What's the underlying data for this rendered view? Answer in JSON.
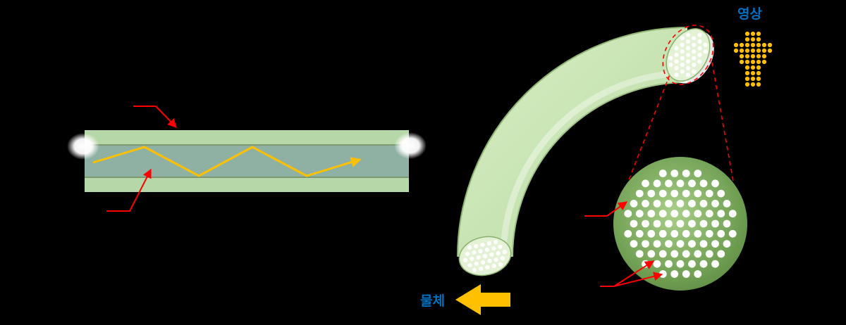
{
  "labels": {
    "image_label": "영상",
    "object_label": "물체"
  },
  "icons": {
    "image_figure": "person-dots-figure",
    "object_arrow": "left-block-arrow"
  },
  "figure": {
    "type": "person-dots",
    "rows": [
      "..ooo..",
      "..ooo..",
      "ooooooo",
      "ooooooo",
      ".ooooo.",
      ".ooooo.",
      "..ooo..",
      "..ooo..",
      "..ooo..",
      "..ooo.."
    ]
  },
  "colors": {
    "bg": "#000000",
    "cladding": "#b6d7a8",
    "core": "#8fb1a3",
    "ray_yellow": "#ffc000",
    "arrow_red": "#ff0000",
    "label_blue": "#0070c0",
    "dot_white": "#ffffff",
    "face_green": "#e3f1d4",
    "bundle_green": "#c5e2b0",
    "bundle_edge": "#8fb573"
  }
}
